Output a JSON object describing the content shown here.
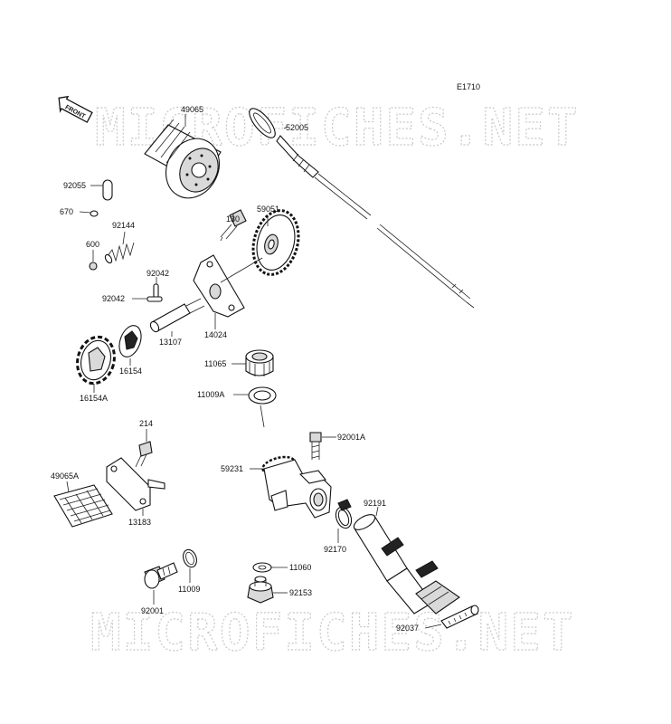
{
  "diagram_code": "E1710",
  "watermark": "MICROFICHES.NET",
  "front_label": "FRONT",
  "labels": {
    "p49065": "49065",
    "p52005": "52005",
    "p92055": "92055",
    "p670": "670",
    "p92144": "92144",
    "p600": "600",
    "p130": "130",
    "p59051": "59051",
    "p92042a": "92042",
    "p92042b": "92042",
    "p13107": "13107",
    "p14024": "14024",
    "p16154": "16154",
    "p16154A": "16154A",
    "p11065": "11065",
    "p11009A": "11009A",
    "p214": "214",
    "p92001A": "92001A",
    "p49065A": "49065A",
    "p59231": "59231",
    "p92191": "92191",
    "p13183": "13183",
    "p92170": "92170",
    "p11060": "11060",
    "p11009": "11009",
    "p92153": "92153",
    "p92001": "92001",
    "p92037": "92037"
  }
}
